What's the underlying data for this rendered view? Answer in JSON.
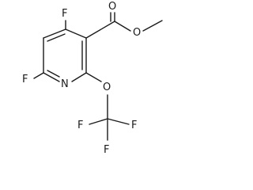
{
  "molecule": {
    "atom_labels": {
      "f4": "F",
      "f6": "F",
      "n1": "N",
      "o_ether": "O",
      "f_cf3_left": "F",
      "f_cf3_right": "F",
      "f_cf3_bottom": "F",
      "o_carbonyl": "O",
      "o_ester": "O"
    }
  }
}
